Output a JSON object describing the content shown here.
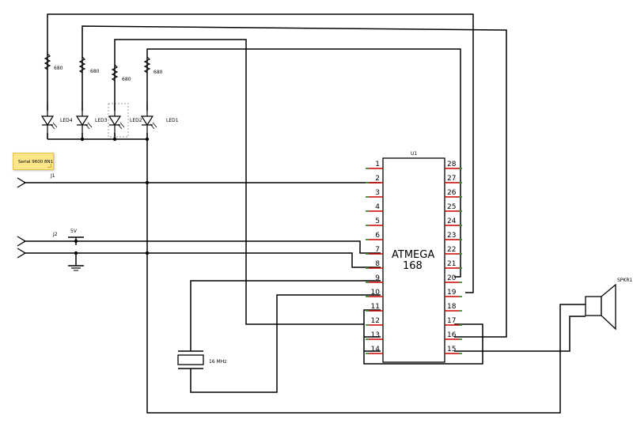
{
  "note": {
    "text": "Serial 9600 8N1"
  },
  "chip": {
    "ref": "U1",
    "name_line1": "ATMEGA",
    "name_line2": "168",
    "left_pins": [
      "1",
      "2",
      "3",
      "4",
      "5",
      "6",
      "7",
      "8",
      "9",
      "10",
      "11",
      "12",
      "13",
      "14"
    ],
    "right_pins": [
      "28",
      "27",
      "26",
      "25",
      "24",
      "23",
      "22",
      "21",
      "20",
      "19",
      "18",
      "17",
      "16",
      "15"
    ]
  },
  "resistors": [
    {
      "value": "680"
    },
    {
      "value": "680"
    },
    {
      "value": "680"
    },
    {
      "value": "680"
    }
  ],
  "leds": [
    {
      "ref": "LED4"
    },
    {
      "ref": "LED3"
    },
    {
      "ref": "LED2"
    },
    {
      "ref": "LED1"
    }
  ],
  "connectors": {
    "j1": "J1",
    "j2": "J2"
  },
  "power": {
    "vcc": "5V"
  },
  "crystal": {
    "value": "16 MHz"
  },
  "speaker": {
    "ref": "SPKR1"
  },
  "colors": {
    "wire": "#000000",
    "pin_stub": "#cc0000",
    "pin_end": "#2e9e2e",
    "note_bg": "#fde58a"
  }
}
